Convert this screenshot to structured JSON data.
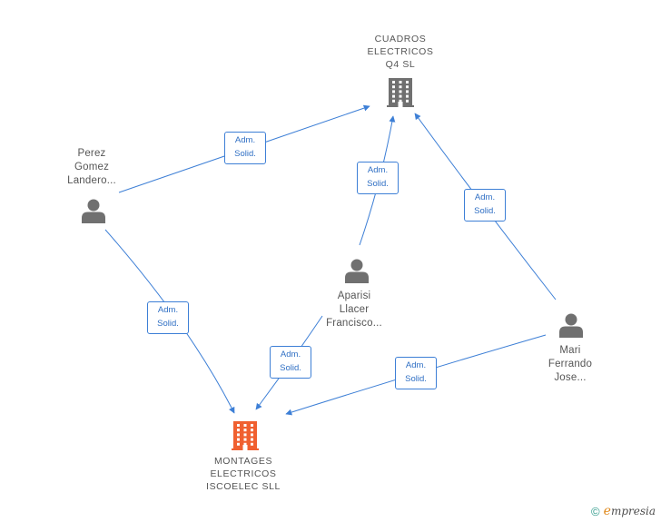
{
  "nodes": {
    "cuadros": {
      "type": "company",
      "lines": [
        "CUADROS",
        "ELECTRICOS",
        "Q4 SL"
      ],
      "color": "#707070",
      "icon": "building-icon"
    },
    "montages": {
      "type": "company",
      "lines": [
        "MONTAGES",
        "ELECTRICOS",
        "ISCOELEC SLL"
      ],
      "color": "#f06030",
      "icon": "building-icon"
    },
    "perez": {
      "type": "person",
      "lines": [
        "Perez",
        "Gomez",
        "Landero..."
      ],
      "icon": "person-icon"
    },
    "aparisi": {
      "type": "person",
      "lines": [
        "Aparisi",
        "Llacer",
        "Francisco..."
      ],
      "icon": "person-icon"
    },
    "mari": {
      "type": "person",
      "lines": [
        "Mari",
        "Ferrando",
        "Jose..."
      ],
      "icon": "person-icon"
    }
  },
  "edges": [
    {
      "from": "perez",
      "to": "cuadros",
      "label": [
        "Adm.",
        "Solid."
      ]
    },
    {
      "from": "aparisi",
      "to": "cuadros",
      "label": [
        "Adm.",
        "Solid."
      ]
    },
    {
      "from": "mari",
      "to": "cuadros",
      "label": [
        "Adm.",
        "Solid."
      ]
    },
    {
      "from": "perez",
      "to": "montages",
      "label": [
        "Adm.",
        "Solid."
      ]
    },
    {
      "from": "aparisi",
      "to": "montages",
      "label": [
        "Adm.",
        "Solid."
      ]
    },
    {
      "from": "mari",
      "to": "montages",
      "label": [
        "Adm.",
        "Solid."
      ]
    }
  ],
  "colors": {
    "edge": "#3d7fd6",
    "person": "#707070",
    "label_text": "#555555"
  },
  "brand": {
    "copyright_symbol": "©",
    "first_letter": "e",
    "rest": "mpresia"
  }
}
